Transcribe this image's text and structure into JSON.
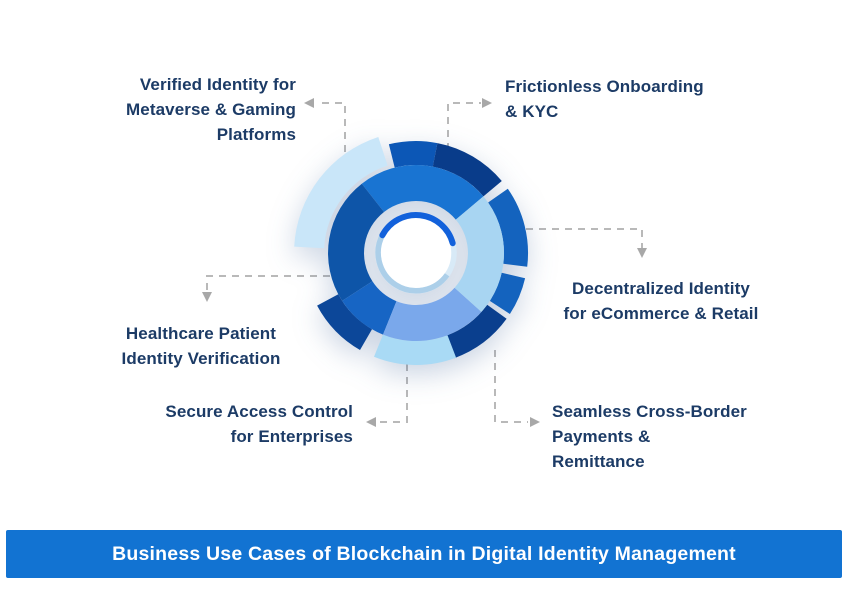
{
  "banner": {
    "text": "Business Use Cases of Blockchain in Digital Identity Management"
  },
  "labels": {
    "metaverse": {
      "lines": [
        "Verified Identity for",
        "Metaverse & Gaming",
        "Platforms"
      ]
    },
    "onboarding": {
      "lines": [
        "Frictionless Onboarding",
        "& KYC"
      ]
    },
    "ecommerce": {
      "lines": [
        "Decentralized Identity",
        "for eCommerce & Retail"
      ]
    },
    "healthcare": {
      "lines": [
        "Healthcare Patient",
        "Identity Verification"
      ]
    },
    "enterprise": {
      "lines": [
        "Secure Access Control",
        "for Enterprises"
      ]
    },
    "payments": {
      "lines": [
        "Seamless Cross-Border",
        "Payments &",
        "Remittance"
      ]
    }
  },
  "palette": {
    "banner_bg": "#1273D2",
    "banner_text": "#FFFFFF",
    "label_text": "#1C3B66",
    "connector_line": "#B9B9B9",
    "connector_arrow": "#A8A8A8",
    "donut_top": "#1974D2",
    "donut_left": "#0E55A8",
    "donut_lower_left": "#1765C4",
    "donut_bottom": "#7AA8EB",
    "donut_right": "#A8D5F2",
    "outer_top_medium": "#0C57B6",
    "outer_top_navy": "#093C8A",
    "outer_right_bright": "#1463BE",
    "outer_bottom_right_navy": "#0A3F8E",
    "outer_bottom_light": "#A9DAF5",
    "outer_bottom_left_navy": "#0C4799",
    "outer_petal_pale": "#C9E6F9",
    "ring_light": "#D8EAF7",
    "ring_medium": "#ACCFE9",
    "ring_accent": "#1261DB"
  }
}
